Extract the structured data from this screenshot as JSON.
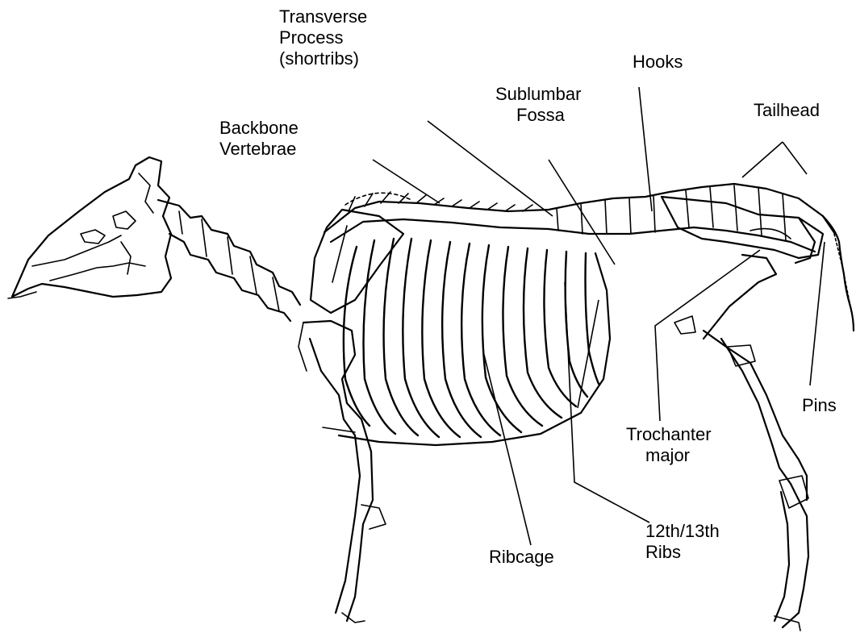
{
  "labels": {
    "transverse_process": {
      "line1": "Transverse",
      "line2": "Process",
      "line3": "(shortribs)"
    },
    "hooks": "Hooks",
    "sublumbar_fossa": {
      "line1": "Sublumbar",
      "line2": "Fossa"
    },
    "tailhead": "Tailhead",
    "backbone_vertebrae": {
      "line1": "Backbone",
      "line2": "Vertebrae"
    },
    "pins": "Pins",
    "trochanter_major": {
      "line1": "Trochanter",
      "line2": "major"
    },
    "ribs_12_13": {
      "line1": "12th/13th",
      "line2": "Ribs"
    },
    "ribcage": "Ribcage"
  },
  "colors": {
    "ink": "#000000",
    "background": "#ffffff"
  }
}
